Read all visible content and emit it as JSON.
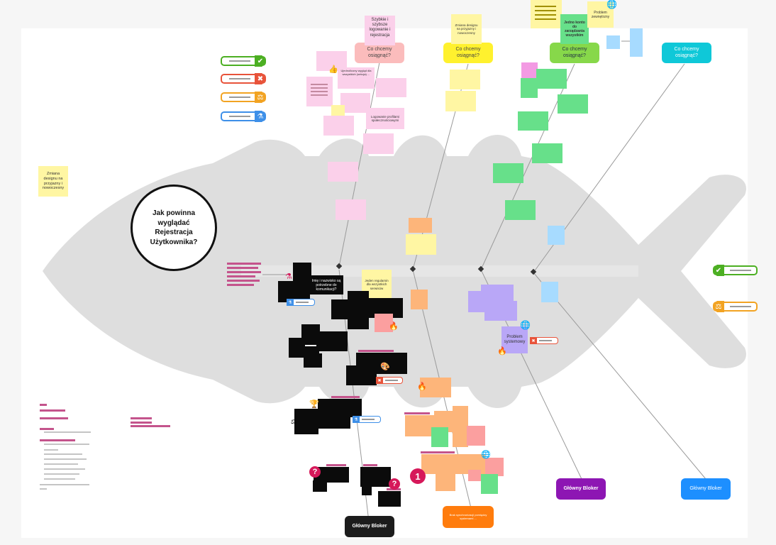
{
  "central": {
    "title": "Jak powinna wyglądać Rejestracja Użytkownika?"
  },
  "goals": {
    "pink": "Co chcemy osiągnąć?",
    "yellow": "Co chcemy osiągnąć?",
    "green": "Co chcemy osiągnąć?",
    "cyan": "Co chcemy osiągnąć?"
  },
  "blockers": {
    "black": "Główny Bloker",
    "purple": "Główny Bloker",
    "blue": "Główny Bloker"
  },
  "notes": {
    "pink_top": "Szybkie i szybsze logowanie i rejestracja",
    "pink_thumb": "Ujednolicony wygląd dla wszystkich (sekcja) ...",
    "pink_profile": "Logowanie profilami społecznościowymi",
    "yellow_top": "Zmiana designu na przyjazny i nowoczesny",
    "yellow_left": "Zmiana designu na przyjazny i nowoczesny",
    "yellow_problem": "Problem zewnętrzny",
    "green_top": "Jedno konto do zarządzania wszystkim",
    "yellow_center": "Jeden regulamin dla wszystkich serwisów",
    "black_center": "Imię i nazwisko są potrzebne do komunikacji?",
    "purple_problem": "Problem systemowy",
    "orange_bottom": "Brak synchronizacji pomiędzy systemami ..."
  },
  "badges": {
    "orange_number": "1",
    "question": "?"
  },
  "icons": {
    "check": "check-icon",
    "cross": "cross-icon",
    "scale": "scale-icon",
    "flask": "flask-icon",
    "globe": "globe-icon",
    "thumb": "thumbs-up-icon",
    "fire": "fire-icon"
  },
  "colors": {
    "green_tag": "#4caf22",
    "red_tag": "#e8533a",
    "orange_tag": "#f2a322",
    "blue_tag": "#3d8fe8",
    "black_blocker": "#1c1c1c",
    "purple_blocker": "#8d16b3",
    "blue_blocker": "#1d8fff",
    "cyan_goal": "#0fc8d8"
  }
}
